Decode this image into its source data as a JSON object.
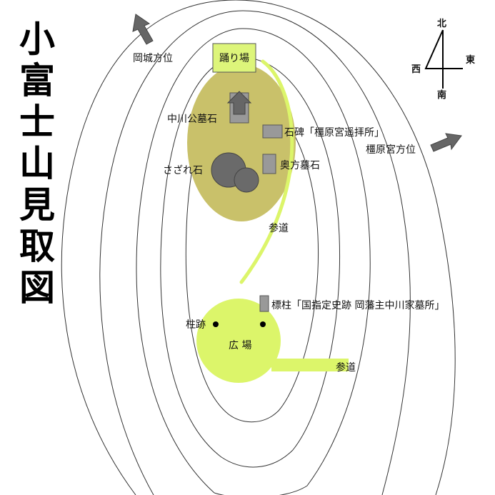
{
  "title": "小富士山見取図",
  "compass": {
    "north": "北",
    "east": "東",
    "south": "南",
    "west": "西"
  },
  "labels": {
    "okajo": "岡城方位",
    "odoriba": "踊り場",
    "nakagawa_tomb": "中川公墓石",
    "stone_monument": "石碑「橿原宮遥拝所」",
    "kashihara": "橿原宮方位",
    "sazare": "さざれ石",
    "oku_tomb": "奥方墓石",
    "sando_upper": "参道",
    "marker": "標柱「国指定史跡 岡藩主中川家墓所」",
    "pillar": "柱跡",
    "plaza": "広 場",
    "sando_lower": "参道"
  },
  "colors": {
    "contour": "#333333",
    "summit_fill": "#c9c16a",
    "plaza_fill": "#dcf56a",
    "path": "#dcf56a",
    "odoriba_fill": "#ddf57a",
    "stone_fill": "#999999",
    "sazare_fill": "#6a6a6a",
    "arrow_fill": "#666666"
  }
}
